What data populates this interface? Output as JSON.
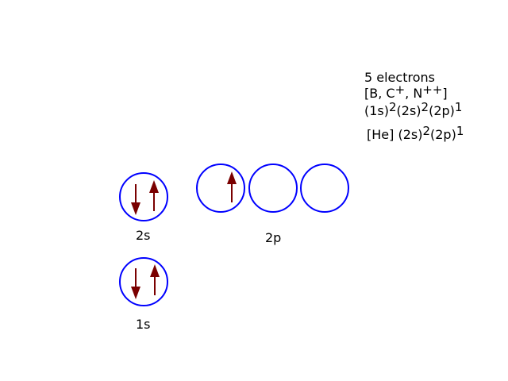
{
  "info": {
    "line1": "5 electrons",
    "line2": {
      "a": "[B, C",
      "a_sup": "+",
      "b": ", N",
      "b_sup": "++",
      "c": "]"
    },
    "line3": {
      "p1": "(1s)",
      "s1": "2",
      "p2": "(2s)",
      "s2": "2",
      "p3": "(2p)",
      "s3": "1"
    },
    "line4": {
      "p1": "[He] (2s)",
      "s1": "2",
      "p2": "(2p)",
      "s2": "1"
    }
  },
  "orbitals": {
    "label_2s": "2s",
    "label_2p": "2p",
    "label_1s": "1s"
  },
  "colors": {
    "orbital": "#0000ff",
    "electron": "#7a0000"
  }
}
